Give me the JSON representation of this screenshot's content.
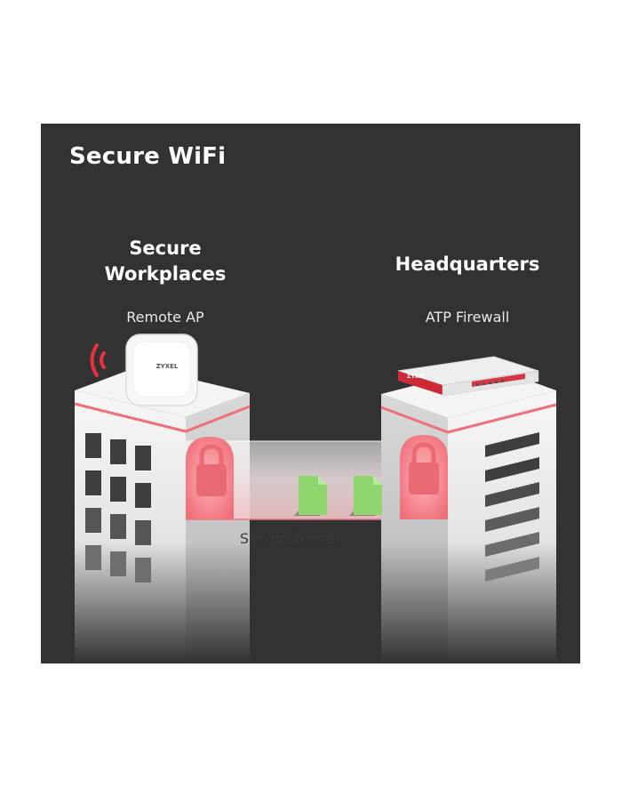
{
  "title": "Secure WiFi",
  "left": {
    "heading_line1": "Secure",
    "heading_line2": "Workplaces",
    "device_label": "Remote AP",
    "device_brand": "ZYXEL"
  },
  "right": {
    "heading": "Headquarters",
    "device_label": "ATP Firewall",
    "device_brand": "ZYXEL"
  },
  "tunnel": {
    "label": "Secure Tunnel"
  },
  "colors": {
    "background": "#323232",
    "accent": "#f0707a",
    "lock": "#e96a74",
    "file": "#8fd66f",
    "building": "#f2f2f2"
  },
  "icons": [
    "wifi-signal-icon",
    "lock-icon",
    "file-icon"
  ]
}
